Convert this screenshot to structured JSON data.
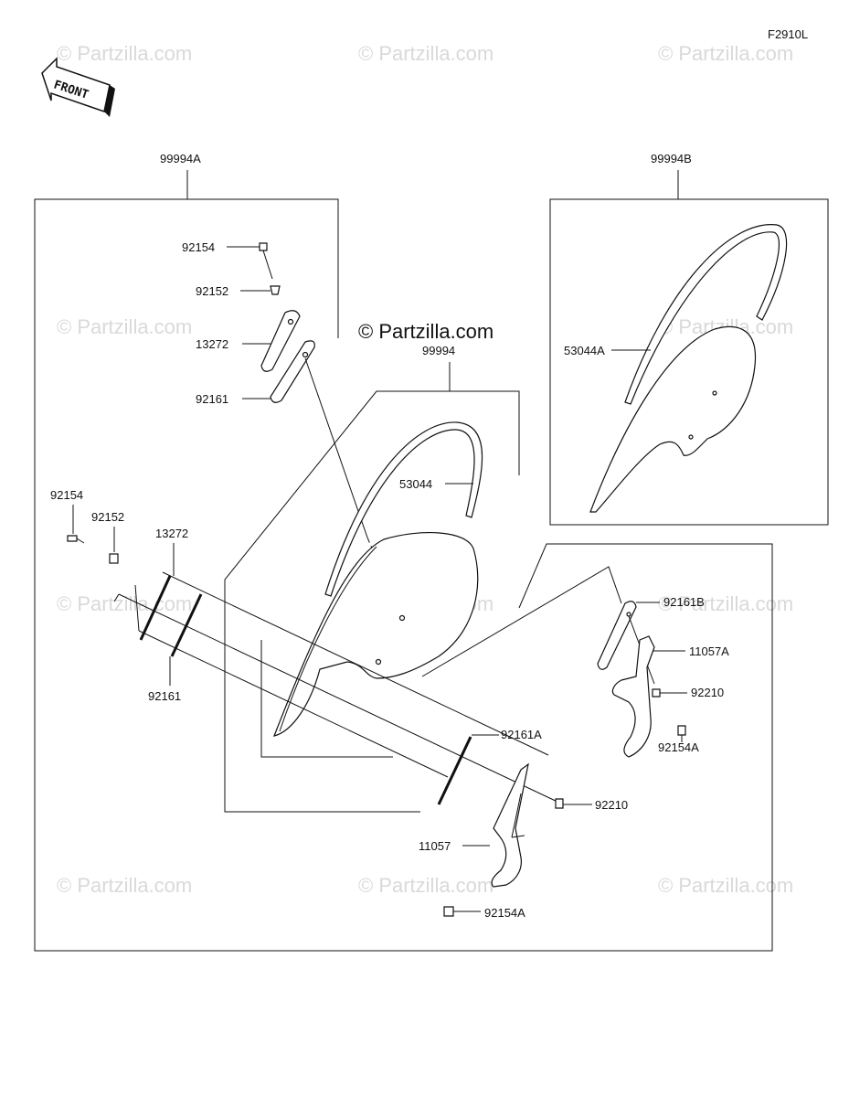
{
  "figure_code": "F2910L",
  "front_label": "FRONT",
  "copyright": "© Partzilla.com",
  "watermark": "© Partzilla.com",
  "colors": {
    "line": "#111111",
    "watermark": "#d9d9d9",
    "background": "#ffffff"
  },
  "groups": {
    "left_kit": "99994A",
    "center_kit": "99994",
    "right_kit": "99994B"
  },
  "labels": {
    "l_92154": "92154",
    "l_92152": "92152",
    "l_13272": "13272",
    "l_92161": "92161",
    "c_92154": "92154",
    "c_92152": "92152",
    "c_13272": "13272",
    "c_92161": "92161",
    "c_53044": "53044",
    "r_53044A": "53044A",
    "r_92161B": "92161B",
    "r_11057A": "11057A",
    "r_92210": "92210",
    "r_92154A": "92154A",
    "b_92161A": "92161A",
    "b_92210": "92210",
    "b_11057": "11057",
    "b_92154A": "92154A"
  }
}
